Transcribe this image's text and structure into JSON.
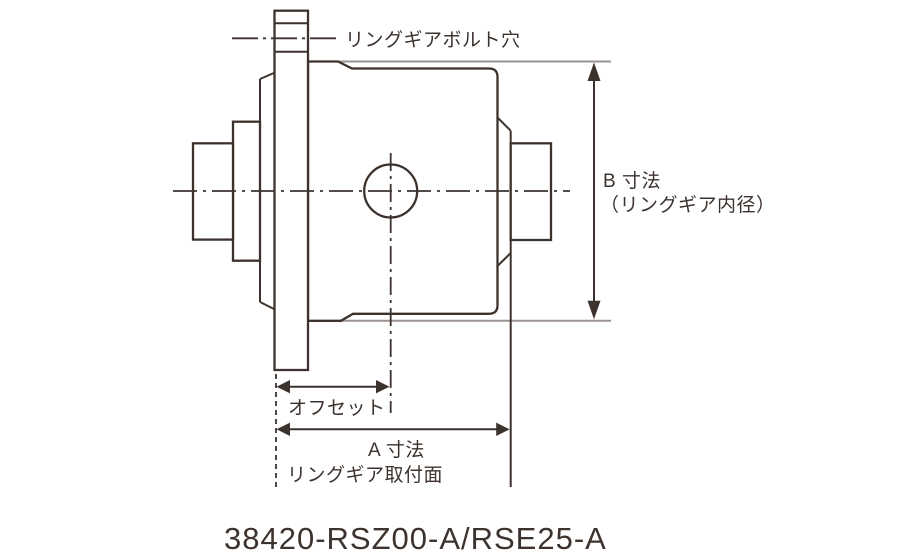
{
  "drawing": {
    "title_part_number": "38420-RSZ00-A/RSE25-A",
    "labels": {
      "bolt_hole": "リングギアボルト穴",
      "b_dimension_line1": "B 寸法",
      "b_dimension_line2": "（リングギア内径）",
      "offset": "オフセット",
      "a_dimension": "A 寸法",
      "mounting_surface": "リングギア取付面"
    },
    "colors": {
      "line": "#3d332e",
      "extension_line": "#9a9391",
      "background": "#ffffff"
    }
  }
}
